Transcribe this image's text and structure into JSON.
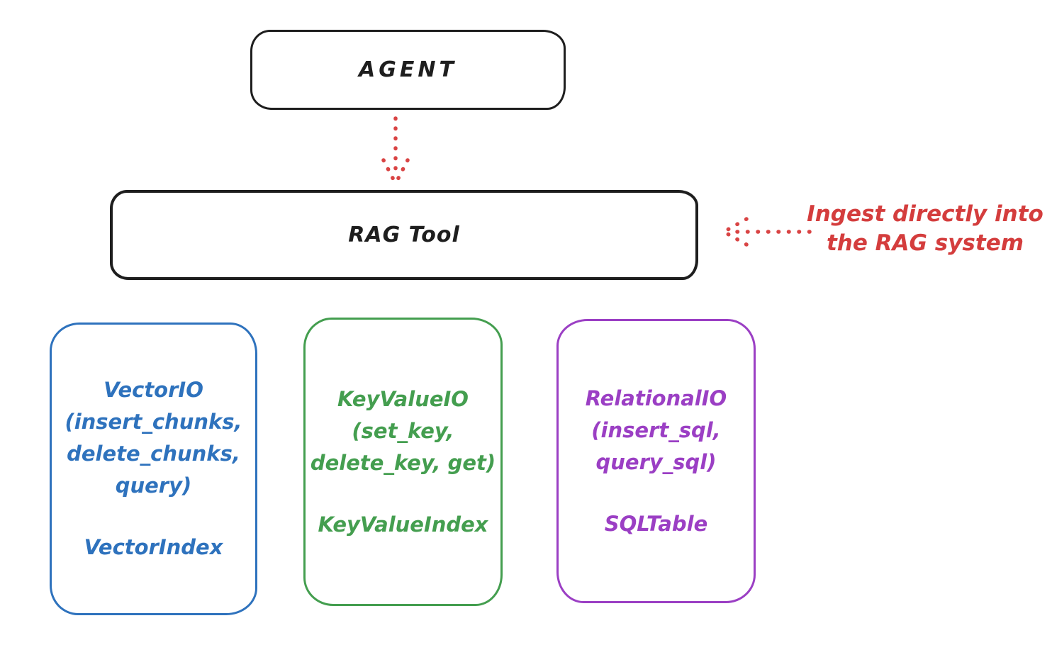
{
  "diagram": {
    "background": "#ffffff",
    "agent": {
      "label": "AGENT",
      "stroke_color": "#1e1e1e"
    },
    "rag_tool": {
      "label": "RAG Tool",
      "stroke_color": "#1e1e1e"
    },
    "annotation": {
      "line1": "Ingest directly into",
      "line2": "the RAG system",
      "color": "#d43d3d"
    },
    "arrows": {
      "agent_to_rag": {
        "icon": "dotted-arrow-down-icon",
        "style": "dotted",
        "direction": "down",
        "color": "#d94444"
      },
      "ingest_to_rag": {
        "icon": "dotted-arrow-left-icon",
        "style": "dotted",
        "direction": "left",
        "color": "#d94444"
      }
    },
    "io_boxes": [
      {
        "name": "VectorIO",
        "color": "#2e72bd",
        "lines": [
          "VectorIO",
          "(insert_chunks,",
          "delete_chunks,",
          "query)"
        ],
        "index_label": "VectorIndex"
      },
      {
        "name": "KeyValueIO",
        "color": "#449e4f",
        "lines": [
          "KeyValueIO",
          "(set_key,",
          "delete_key, get)"
        ],
        "index_label": "KeyValueIndex"
      },
      {
        "name": "RelationalIO",
        "color": "#9b3fc4",
        "lines": [
          "RelationalIO",
          "(insert_sql,",
          "query_sql)"
        ],
        "index_label": "SQLTable"
      }
    ]
  }
}
